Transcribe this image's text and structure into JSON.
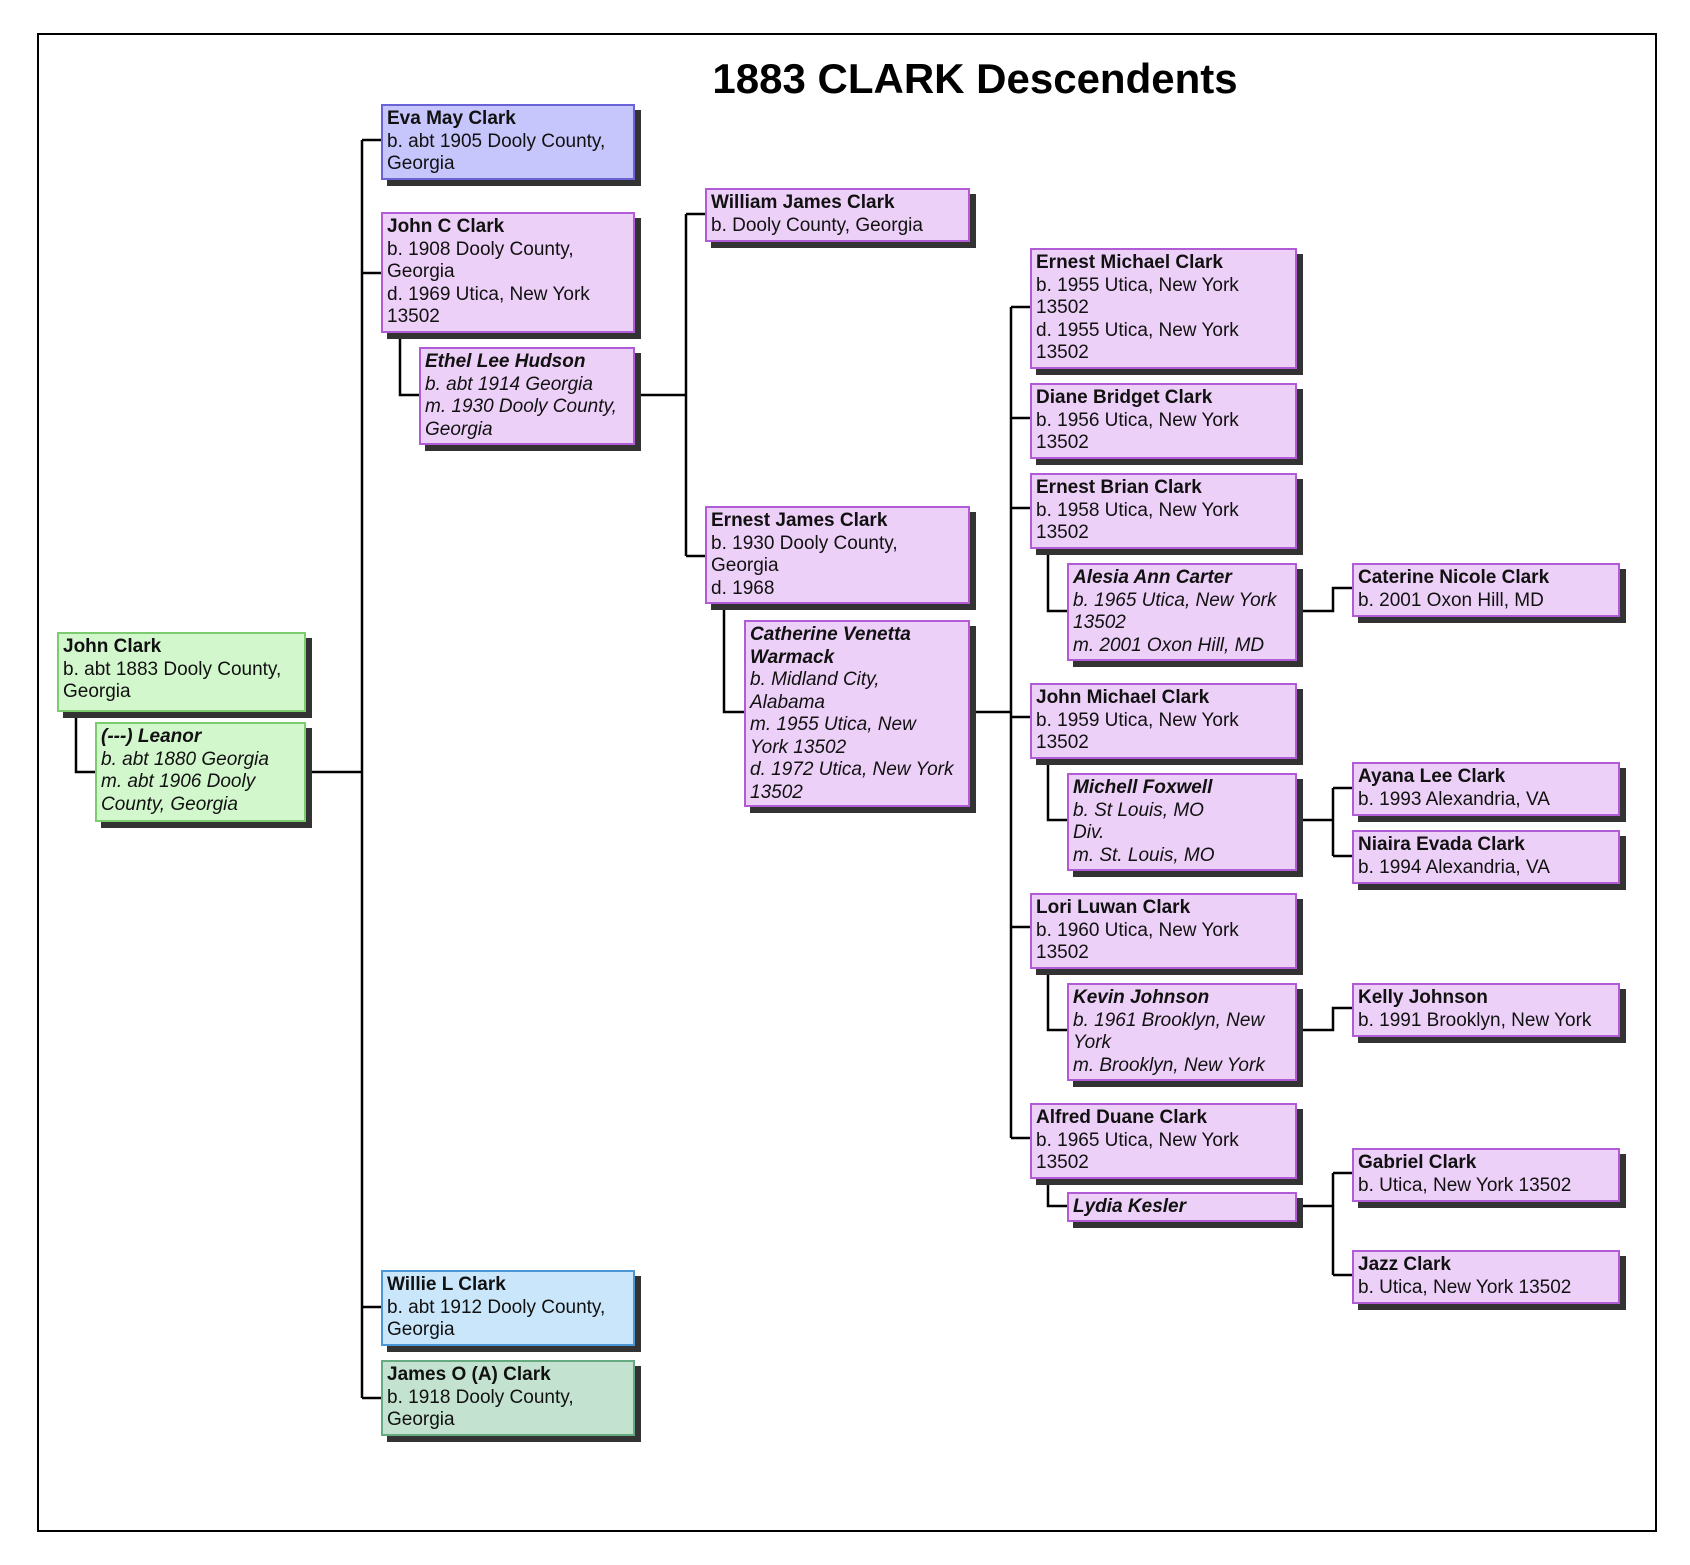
{
  "title": "1883 CLARK Descendents",
  "colors": {
    "purple": "#edd0f7",
    "blue": "#c6c5fc",
    "green": "#d3f7cd",
    "lightblue": "#c9e6fb",
    "teal": "#c3e2cf"
  },
  "people": {
    "john_clark": {
      "name": "John Clark",
      "lines": [
        "b. abt 1883 Dooly County,",
        "Georgia"
      ]
    },
    "leanor": {
      "name": "(---) Leanor",
      "lines": [
        "b. abt 1880 Georgia",
        "m. abt 1906 Dooly",
        "County, Georgia"
      ]
    },
    "eva_may": {
      "name": "Eva May Clark",
      "lines": [
        "b. abt 1905 Dooly County,",
        "Georgia"
      ]
    },
    "john_c": {
      "name": "John C Clark",
      "lines": [
        "b. 1908 Dooly County,",
        "Georgia",
        "d. 1969 Utica, New York",
        "13502"
      ]
    },
    "ethel_lee": {
      "name": "Ethel Lee Hudson",
      "lines": [
        "b. abt 1914 Georgia",
        "m. 1930 Dooly County,",
        "Georgia"
      ]
    },
    "willie_l": {
      "name": "Willie L Clark",
      "lines": [
        "b. abt 1912 Dooly County,",
        "Georgia"
      ]
    },
    "james_o": {
      "name": "James O (A) Clark",
      "lines": [
        "b. 1918 Dooly County,",
        "Georgia"
      ]
    },
    "william_james": {
      "name": "William James Clark",
      "lines": [
        "b.  Dooly County, Georgia"
      ]
    },
    "ernest_james": {
      "name": "Ernest James Clark",
      "lines": [
        "b. 1930 Dooly County,",
        "Georgia",
        "d. 1968"
      ]
    },
    "catherine": {
      "name": "Catherine Venetta",
      "name2": "Warmack",
      "lines": [
        "b.  Midland City,",
        "Alabama",
        "m. 1955 Utica, New",
        "York 13502",
        "d. 1972 Utica, New York",
        "13502"
      ]
    },
    "ernest_michael": {
      "name": "Ernest Michael Clark",
      "lines": [
        "b. 1955 Utica, New York",
        "13502",
        "d. 1955 Utica, New York",
        "13502"
      ]
    },
    "diane_bridget": {
      "name": "Diane Bridget Clark",
      "lines": [
        "b. 1956 Utica, New York",
        "13502"
      ]
    },
    "ernest_brian": {
      "name": "Ernest Brian Clark",
      "lines": [
        "b. 1958 Utica, New York",
        "13502"
      ]
    },
    "alesia": {
      "name": "Alesia Ann Carter",
      "lines": [
        "b. 1965 Utica, New York",
        "13502",
        "m. 2001 Oxon Hill, MD"
      ]
    },
    "john_michael": {
      "name": "John Michael Clark",
      "lines": [
        "b. 1959 Utica, New York",
        "13502"
      ]
    },
    "michell": {
      "name": "Michell Foxwell",
      "lines": [
        "b.  St Louis, MO",
        "Div.",
        "m.  St. Louis, MO"
      ]
    },
    "lori_luwan": {
      "name": "Lori Luwan Clark",
      "lines": [
        "b. 1960 Utica, New York",
        "13502"
      ]
    },
    "kevin": {
      "name": "Kevin Johnson",
      "lines": [
        "b. 1961 Brooklyn, New",
        "York",
        "m.  Brooklyn, New York"
      ]
    },
    "alfred_duane": {
      "name": "Alfred Duane Clark",
      "lines": [
        "b. 1965 Utica, New York",
        "13502"
      ]
    },
    "lydia": {
      "name": "Lydia Kesler",
      "lines": []
    },
    "caterine_nicole": {
      "name": "Caterine Nicole Clark",
      "lines": [
        "b. 2001 Oxon Hill, MD"
      ]
    },
    "ayana": {
      "name": "Ayana Lee Clark",
      "lines": [
        "b. 1993 Alexandria, VA"
      ]
    },
    "niaira": {
      "name": "Niaira Evada Clark",
      "lines": [
        "b. 1994 Alexandria, VA"
      ]
    },
    "kelly": {
      "name": "Kelly Johnson",
      "lines": [
        "b. 1991 Brooklyn, New York"
      ]
    },
    "gabriel": {
      "name": "Gabriel Clark",
      "lines": [
        "b.  Utica, New York 13502"
      ]
    },
    "jazz": {
      "name": "Jazz Clark",
      "lines": [
        "b.  Utica, New York 13502"
      ]
    }
  }
}
